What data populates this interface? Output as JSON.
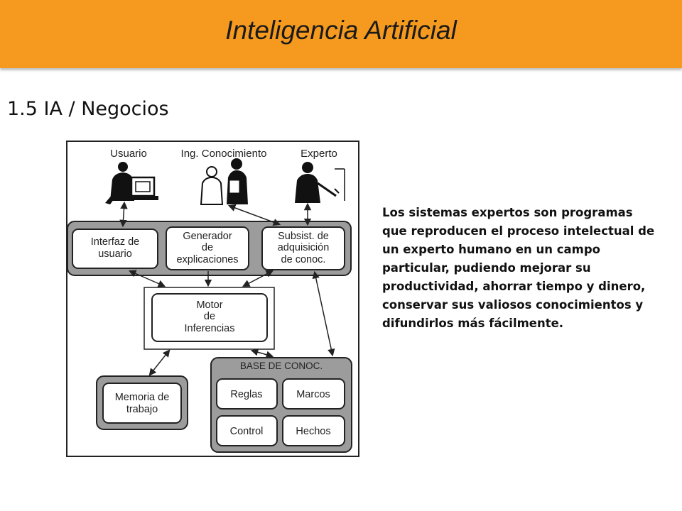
{
  "header": {
    "title": "Inteligencia Artificial",
    "accent": "#f59a1e"
  },
  "section": {
    "title": "1.5 IA / Negocios"
  },
  "diagram": {
    "actors": {
      "usuario": "Usuario",
      "ingeniero": "Ing. Conocimiento",
      "experto": "Experto"
    },
    "boxes": {
      "interfaz": [
        "Interfaz de",
        "usuario"
      ],
      "generador": [
        "Generador",
        "de",
        "explicaciones"
      ],
      "subsistema": [
        "Subsist. de",
        "adquisición",
        "de conoc."
      ],
      "motor": [
        "Motor",
        "de",
        "Inferencias"
      ],
      "memoria": [
        "Memoria de",
        "trabajo"
      ],
      "base_title": "BASE DE CONOC.",
      "reglas": "Reglas",
      "marcos": "Marcos",
      "control": "Control",
      "hechos": "Hechos"
    }
  },
  "description": "Los sistemas expertos son programas que reproducen el proceso intelectual de un experto humano en un campo particular, pudiendo mejorar su productividad, ahorrar tiempo y dinero, conservar sus valiosos conocimientos y difundirlos más fácilmente."
}
